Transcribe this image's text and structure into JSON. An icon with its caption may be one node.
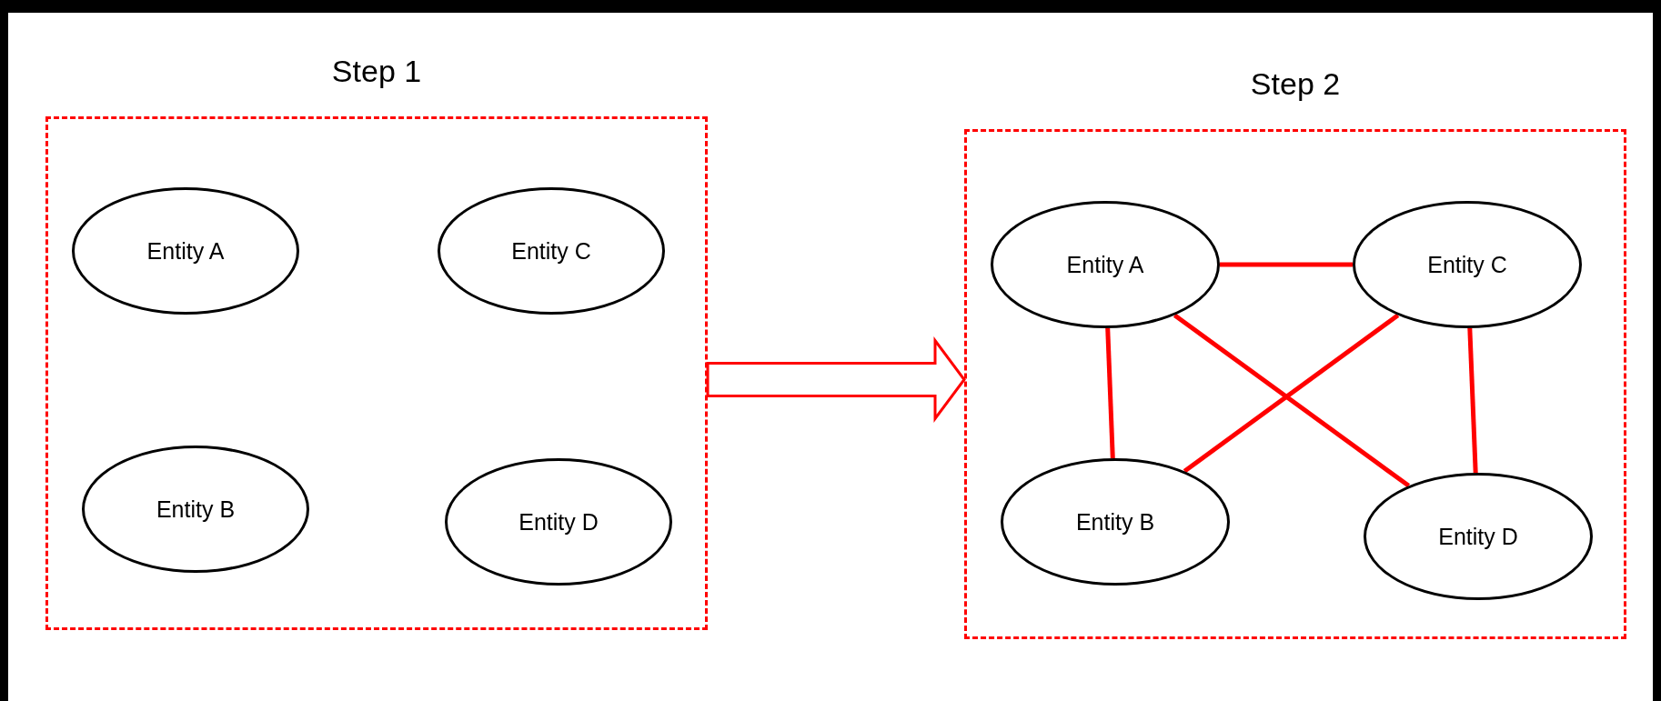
{
  "diagram": {
    "nodes": [
      {
        "text": [
          "Step 1"
        ]
      },
      {
        "text": [
          "Entity A"
        ],
        "in": 0
      },
      {
        "text": [
          "Entity C"
        ],
        "in": 0
      },
      {
        "text": [
          "Entity B"
        ],
        "in": 0
      },
      {
        "text": [
          "Entity D"
        ],
        "in": 0
      },
      {
        "text": [
          "Step 2"
        ]
      },
      {
        "text": [
          "Entity A"
        ],
        "in": 5
      },
      {
        "text": [
          "Entity C"
        ],
        "in": 5
      },
      {
        "text": [
          "Entity B"
        ],
        "in": 5
      },
      {
        "text": [
          "Entity D"
        ],
        "in": 5
      }
    ],
    "edges": [
      {
        "from": 0,
        "to": 5,
        "arrow": "to"
      },
      {
        "from": 6,
        "to": 7,
        "arrow": "none"
      },
      {
        "from": 6,
        "to": 8,
        "arrow": "none"
      },
      {
        "from": 6,
        "to": 9,
        "arrow": "none"
      },
      {
        "from": 7,
        "to": 8,
        "arrow": "none"
      },
      {
        "from": 7,
        "to": 9,
        "arrow": "none"
      }
    ]
  }
}
